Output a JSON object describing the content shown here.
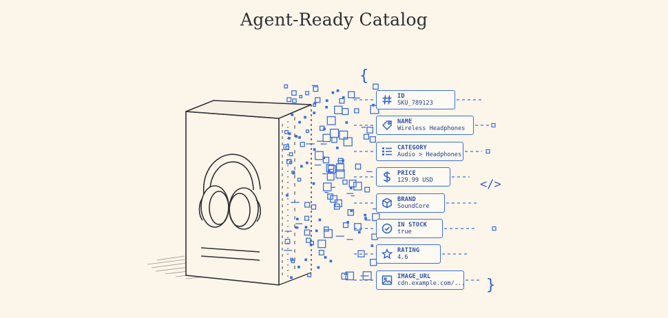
{
  "title": "Agent-Ready Catalog",
  "braces": {
    "open": "{",
    "close": "}"
  },
  "code_icon": "</>",
  "colors": {
    "accent": "#2f5fd0",
    "background": "#fcf5ea",
    "ink": "#2f2f33"
  },
  "fields": [
    {
      "key": "ID",
      "value": "SKU_789123",
      "icon": "hash-icon"
    },
    {
      "key": "NAME",
      "value": "Wireless Headphones",
      "icon": "tag-icon"
    },
    {
      "key": "CATEGORY",
      "value": "Audio > Headphones",
      "icon": "list-icon"
    },
    {
      "key": "PRICE",
      "value": "129.99 USD",
      "icon": "dollar-icon"
    },
    {
      "key": "BRAND",
      "value": "SoundCore",
      "icon": "cube-icon"
    },
    {
      "key": "IN STOCK",
      "value": "true",
      "icon": "check-circle-icon"
    },
    {
      "key": "RATING",
      "value": "4.6",
      "icon": "star-icon"
    },
    {
      "key": "IMAGE_URL",
      "value": "cdn.example.com/...",
      "icon": "image-icon"
    }
  ]
}
